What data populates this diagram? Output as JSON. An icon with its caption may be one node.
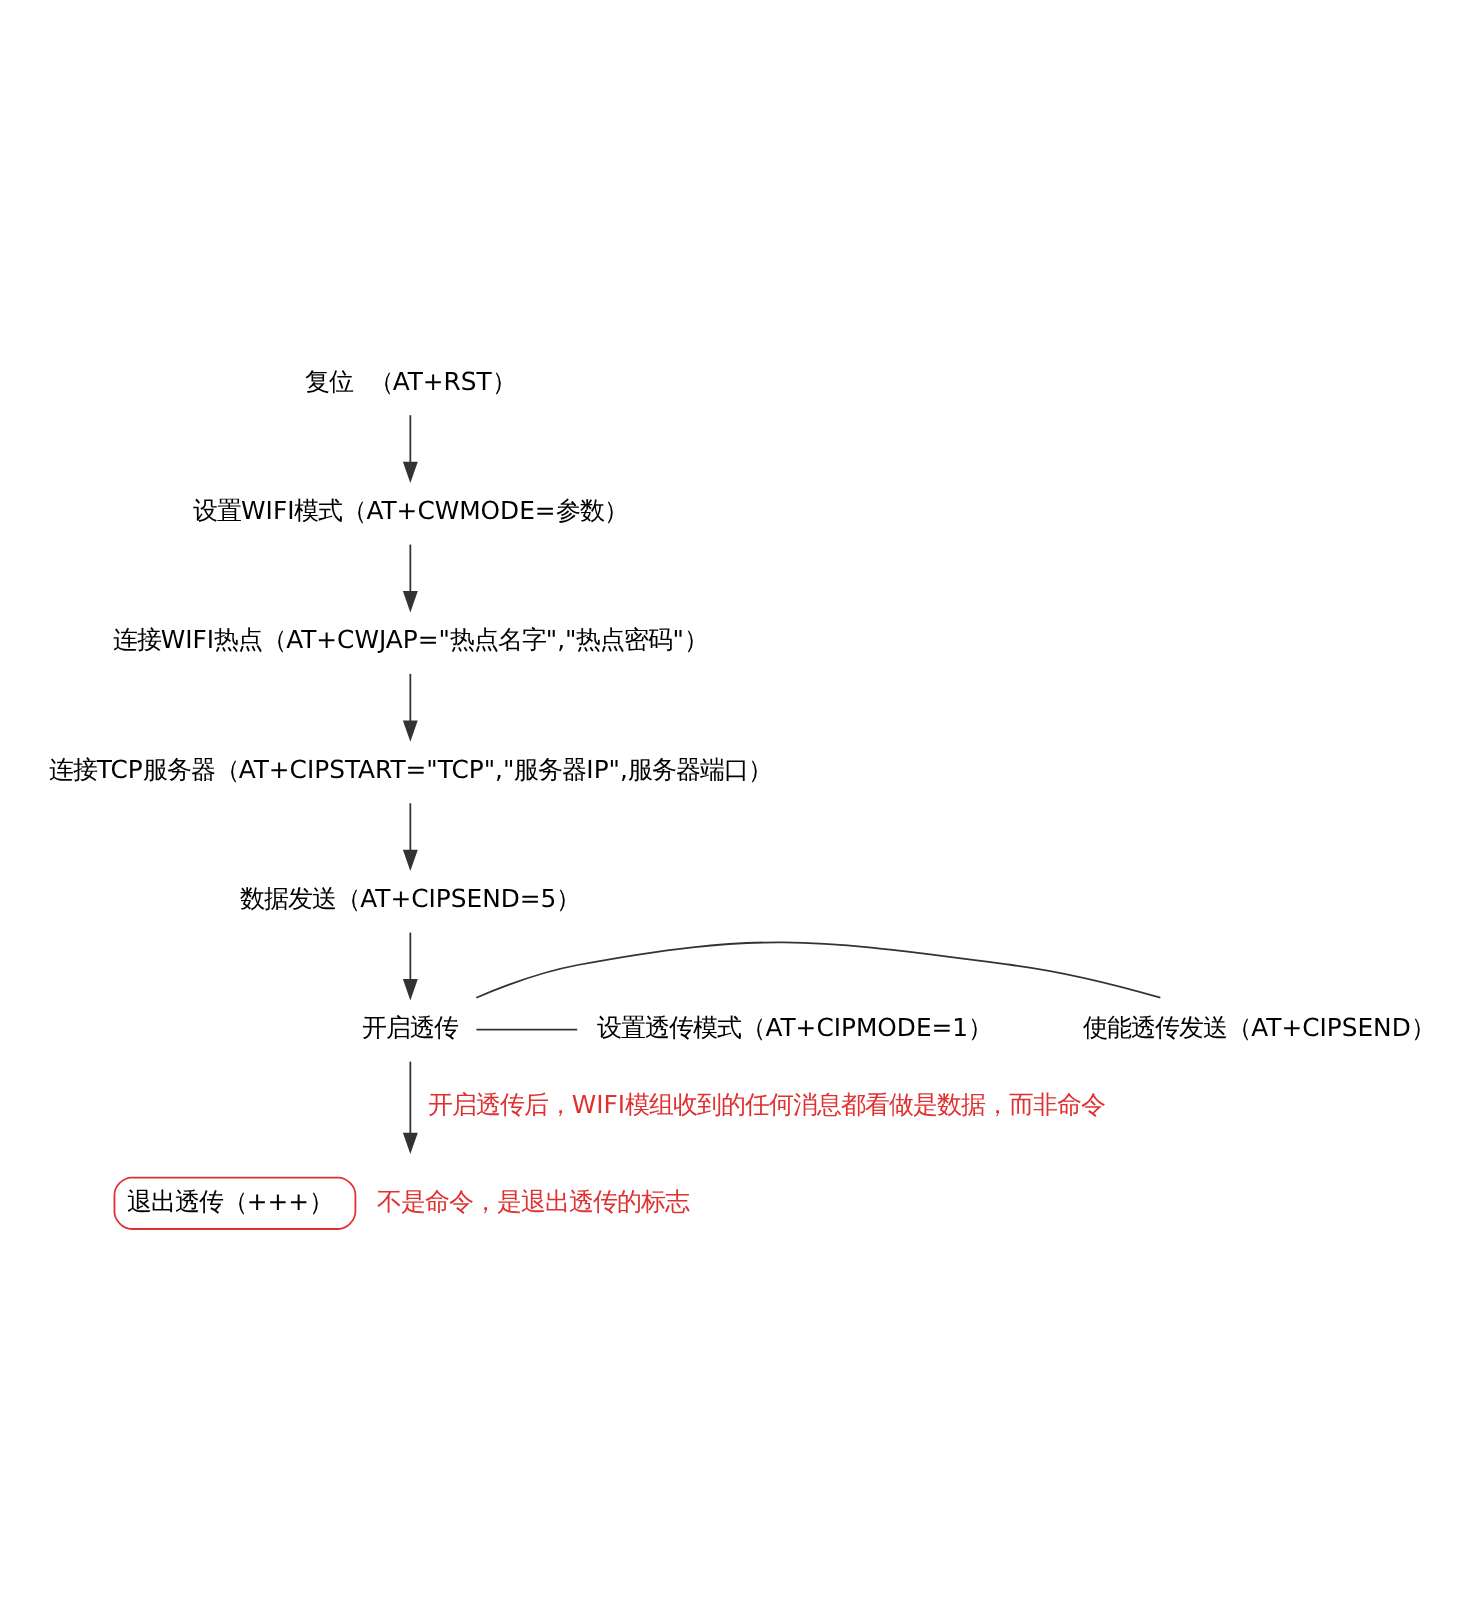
{
  "diagram": {
    "nodes": [
      {
        "text": [
          "复位  （AT+RST）"
        ]
      },
      {
        "text": [
          "设置WIFI模式（AT+CWMODE=参数）"
        ]
      },
      {
        "text": [
          "连接WIFI热点（AT+CWJAP=\"热点名字\",\"热点密码\"）"
        ]
      },
      {
        "text": [
          "连接TCP服务器（AT+CIPSTART=\"TCP\",\"服务器IP\",服务器端口）"
        ]
      },
      {
        "text": [
          "数据发送（AT+CIPSEND=5）"
        ]
      },
      {
        "text": [
          "开启透传"
        ]
      },
      {
        "text": [
          "设置透传模式（AT+CIPMODE=1）"
        ]
      },
      {
        "text": [
          "使能透传发送（AT+CIPSEND）"
        ]
      },
      {
        "text": [
          "退出透传（+++）"
        ],
        "beside": [
          "不是命令，是退出透传的标志"
        ]
      }
    ],
    "edges": [
      {
        "from": 0,
        "to": 1,
        "arrow": "to"
      },
      {
        "from": 1,
        "to": 2,
        "arrow": "to"
      },
      {
        "from": 2,
        "to": 3,
        "arrow": "to"
      },
      {
        "from": 3,
        "to": 4,
        "arrow": "to"
      },
      {
        "from": 4,
        "to": 5,
        "arrow": "to"
      },
      {
        "from": 5,
        "to": 6,
        "arrow": "none"
      },
      {
        "from": 5,
        "to": 7,
        "arrow": "none"
      },
      {
        "from": 5,
        "to": 8,
        "arrow": "to",
        "label": "开启透传后，WIFI模组收到的任何消息都看做是数据，而非命令"
      }
    ]
  }
}
